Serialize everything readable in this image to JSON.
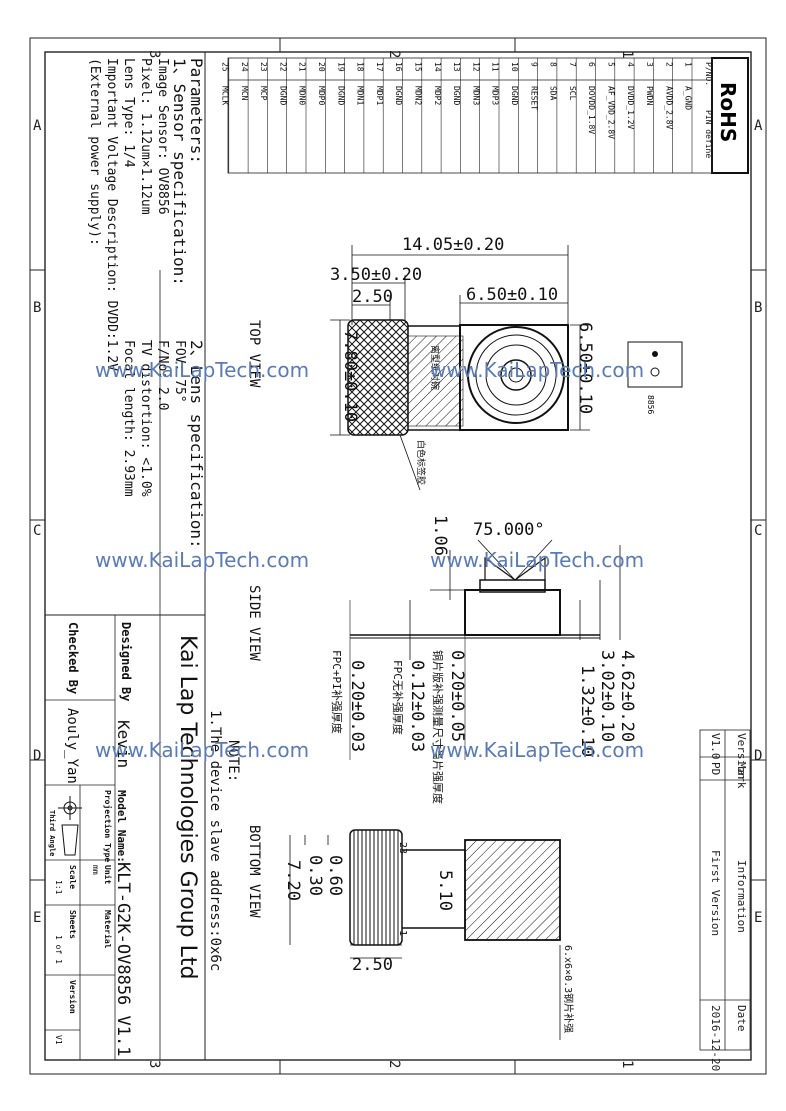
{
  "rohs": "RoHS",
  "pin_table": {
    "header": {
      "no": "P/NO.",
      "define": "PIN define"
    },
    "rows": [
      {
        "no": "1",
        "define": "A_GND"
      },
      {
        "no": "2",
        "define": "AVDD_2.8V"
      },
      {
        "no": "3",
        "define": "PWDN"
      },
      {
        "no": "4",
        "define": "DVDD_1.2V"
      },
      {
        "no": "5",
        "define": "AF_VDD_2.8V"
      },
      {
        "no": "6",
        "define": "DOVDD_1.8V"
      },
      {
        "no": "7",
        "define": "SCL"
      },
      {
        "no": "8",
        "define": "SDA"
      },
      {
        "no": "9",
        "define": "RESET"
      },
      {
        "no": "10",
        "define": "DGND"
      },
      {
        "no": "11",
        "define": "MDP3"
      },
      {
        "no": "12",
        "define": "MDN3"
      },
      {
        "no": "13",
        "define": "DGND"
      },
      {
        "no": "14",
        "define": "MDP2"
      },
      {
        "no": "15",
        "define": "MDN2"
      },
      {
        "no": "16",
        "define": "DGND"
      },
      {
        "no": "17",
        "define": "MDP1"
      },
      {
        "no": "18",
        "define": "MDN1"
      },
      {
        "no": "19",
        "define": "DGND"
      },
      {
        "no": "20",
        "define": "MDP0"
      },
      {
        "no": "21",
        "define": "MDN0"
      },
      {
        "no": "22",
        "define": "DGND"
      },
      {
        "no": "23",
        "define": "MCP"
      },
      {
        "no": "24",
        "define": "MCN"
      },
      {
        "no": "25",
        "define": "MCLK"
      }
    ]
  },
  "parameters": {
    "title": "Parameters:",
    "sensor_title": "1、Sensor specification:",
    "sensor_lines": [
      "Image Sensor: OV8856",
      "Pixel: 1.12um×1.12um",
      "Lens Type: 1/4",
      "Important Voltage Description: DVDD:1.2V",
      "(External power supply):"
    ],
    "lens_title": "2、Lens specification:",
    "lens_lines": [
      "FOV: 75°",
      "F/No: 2.0",
      "TV distortion: <1.0%",
      "Focal length: 2.93mm"
    ]
  },
  "views": {
    "top": "TOP VIEW",
    "side": "SIDE VIEW",
    "bottom": "BOTTOM VIEW"
  },
  "notes": {
    "title": "NOTE:",
    "line1": "1.The device slave address:0x6c"
  },
  "dims": {
    "width_total": "14.05±0.20",
    "d350": "3.50±0.20",
    "d250": "2.50",
    "d650w": "6.50±0.10",
    "d650h": "6.50±0.10",
    "d780": "7.80±0.10",
    "angle": "75.000°",
    "d106": "1.06",
    "d462": "4.62±0.20",
    "d302": "3.02±0.10",
    "d132": "1.32±0.10",
    "d020a": "0.20±0.05",
    "d012": "0.12±0.03",
    "d020b": "0.20±0.03",
    "fpc_pi": "FPC+PI补强厚度",
    "fpc_thk": "FPC无补强厚度",
    "film": "铜片版补强测量尺寸当片强厚度",
    "label_tape": "离型纸对碗",
    "label_white": "白色标签胶",
    "d030": "0.30",
    "d060": "0.60",
    "d720": "7.20",
    "d510": "5.10",
    "d250b": "2.50",
    "pin23": "23",
    "pin1": "1",
    "stiffener": "6.x6×0.3钢片补强",
    "chip_code": "8856"
  },
  "title_block": {
    "company": "Kai Lap Technologies Group Ltd",
    "designed_by_label": "Designed By",
    "designed_by": "Kevin",
    "checked_by_label": "Checked By",
    "checked_by": "Aouly_Yan",
    "model_label": "Model Name:",
    "model": "KLT-G2K-OV8856 V1.1",
    "projection_label": "Projection Type",
    "projection": "Third Angle",
    "unit_label": "Unit",
    "unit": "mm",
    "scale_label": "Scale",
    "scale": "1:1",
    "material_label": "Material",
    "sheet_label": "Sheets",
    "sheet": "1 of 1",
    "version_label": "Version",
    "version": "V1"
  },
  "revision": {
    "headers": {
      "version": "Version",
      "mark": "Mark",
      "info": "Information",
      "date": "Date"
    },
    "row": {
      "version": "V1.0",
      "mark": "PD",
      "info": "First Version",
      "date": "2016-12-20"
    }
  },
  "border": {
    "cols": [
      "A",
      "B",
      "C",
      "D",
      "E"
    ],
    "rows": [
      "1",
      "2",
      "3"
    ]
  },
  "watermark": "www.KaiLapTech.com"
}
